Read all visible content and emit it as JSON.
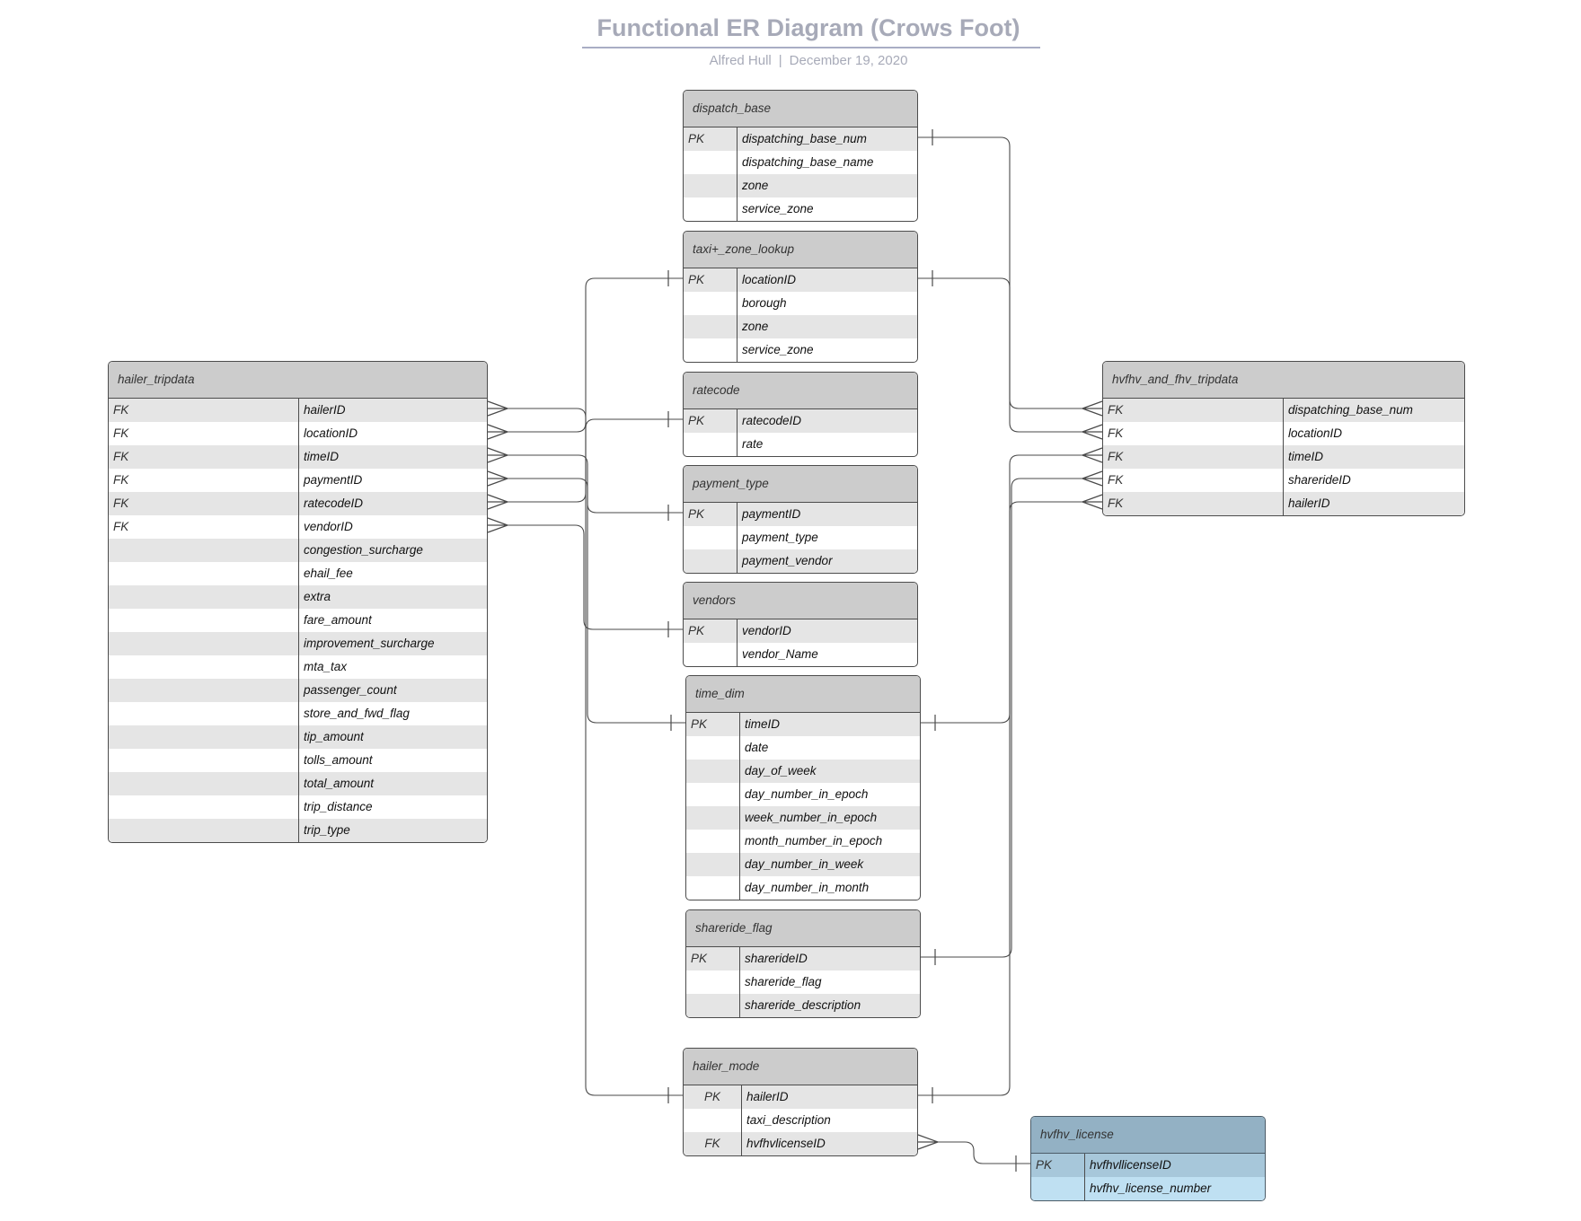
{
  "title": "Functional ER Diagram (Crows Foot)",
  "author": "Alfred Hull",
  "separator": "|",
  "date": "December 19, 2020",
  "entities": [
    {
      "id": "dispatch_base",
      "name": "dispatch_base",
      "rows": [
        [
          "PK",
          "dispatching_base_num"
        ],
        [
          "",
          "dispatching_base_name"
        ],
        [
          "",
          "zone"
        ],
        [
          "",
          "service_zone"
        ]
      ]
    },
    {
      "id": "taxi_zone_lookup",
      "name": "taxi+_zone_lookup",
      "rows": [
        [
          "PK",
          "locationID"
        ],
        [
          "",
          "borough"
        ],
        [
          "",
          "zone"
        ],
        [
          "",
          "service_zone"
        ]
      ]
    },
    {
      "id": "ratecode",
      "name": "ratecode",
      "rows": [
        [
          "PK",
          "ratecodeID"
        ],
        [
          "",
          "rate"
        ]
      ]
    },
    {
      "id": "payment_type",
      "name": "payment_type",
      "rows": [
        [
          "PK",
          "paymentID"
        ],
        [
          "",
          "payment_type"
        ],
        [
          "",
          "payment_vendor"
        ]
      ]
    },
    {
      "id": "vendors",
      "name": "vendors",
      "rows": [
        [
          "PK",
          "vendorID"
        ],
        [
          "",
          "vendor_Name"
        ]
      ]
    },
    {
      "id": "time_dim",
      "name": "time_dim",
      "rows": [
        [
          "PK",
          "timeID"
        ],
        [
          "",
          "date"
        ],
        [
          "",
          "day_of_week"
        ],
        [
          "",
          "day_number_in_epoch"
        ],
        [
          "",
          "week_number_in_epoch"
        ],
        [
          "",
          "month_number_in_epoch"
        ],
        [
          "",
          "day_number_in_week"
        ],
        [
          "",
          "day_number_in_month"
        ]
      ]
    },
    {
      "id": "shareride_flag",
      "name": "shareride_flag",
      "rows": [
        [
          "PK",
          "sharerideID"
        ],
        [
          "",
          "shareride_flag"
        ],
        [
          "",
          "shareride_description"
        ]
      ]
    },
    {
      "id": "hailer_mode",
      "name": "hailer_mode",
      "rows": [
        [
          "PK",
          "hailerID"
        ],
        [
          "",
          "taxi_description"
        ],
        [
          "FK",
          "hvfhvlicenseID"
        ]
      ]
    },
    {
      "id": "hvfhv_license",
      "name": "hvfhv_license",
      "rows": [
        [
          "PK",
          "hvfhvllicenseID"
        ],
        [
          "",
          "hvfhv_license_number"
        ]
      ]
    },
    {
      "id": "hailer_tripdata",
      "name": "hailer_tripdata",
      "rows": [
        [
          "FK",
          "hailerID"
        ],
        [
          "FK",
          "locationID"
        ],
        [
          "FK",
          "timeID"
        ],
        [
          "FK",
          "paymentID"
        ],
        [
          "FK",
          "ratecodeID"
        ],
        [
          "FK",
          "vendorID"
        ],
        [
          "",
          "congestion_surcharge"
        ],
        [
          "",
          "ehail_fee"
        ],
        [
          "",
          "extra"
        ],
        [
          "",
          "fare_amount"
        ],
        [
          "",
          "improvement_surcharge"
        ],
        [
          "",
          "mta_tax"
        ],
        [
          "",
          "passenger_count"
        ],
        [
          "",
          "store_and_fwd_flag"
        ],
        [
          "",
          "tip_amount"
        ],
        [
          "",
          "tolls_amount"
        ],
        [
          "",
          "total_amount"
        ],
        [
          "",
          "trip_distance"
        ],
        [
          "",
          "trip_type"
        ]
      ]
    },
    {
      "id": "hvfhv_and_fhv_tripdata",
      "name": "hvfhv_and_fhv_tripdata",
      "rows": [
        [
          "FK",
          "dispatching_base_num"
        ],
        [
          "FK",
          "locationID"
        ],
        [
          "FK",
          "timeID"
        ],
        [
          "FK",
          "sharerideID"
        ],
        [
          "FK",
          "hailerID"
        ]
      ]
    }
  ]
}
